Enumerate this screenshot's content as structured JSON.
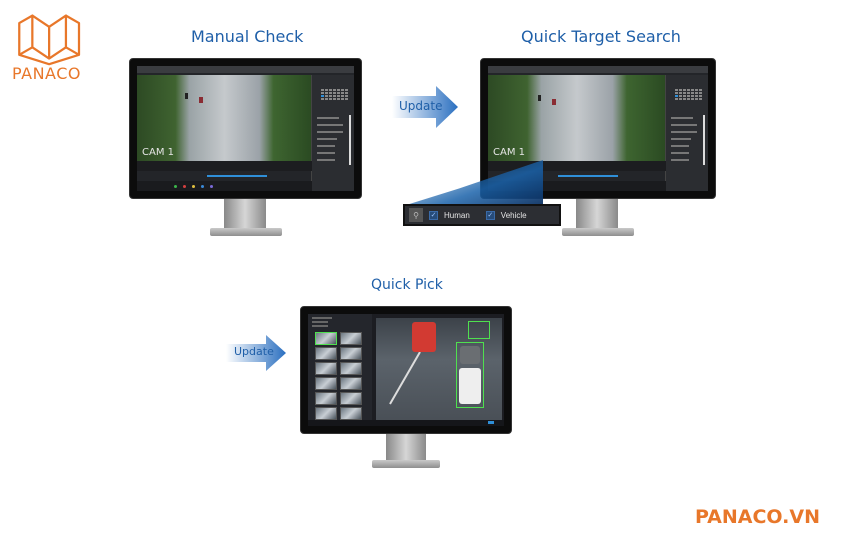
{
  "brand": {
    "logo_text": "PANACO",
    "website": "PANACO.VN",
    "accent_color": "#e8772a"
  },
  "panels": [
    {
      "title": "Manual Check",
      "camera_label": "CAM 1"
    },
    {
      "title": "Quick Target Search",
      "camera_label": "CAM 1",
      "filter_bar": {
        "icon": "filter-icon",
        "options": [
          {
            "label": "Human",
            "checked": true
          },
          {
            "label": "Vehicle",
            "checked": true
          }
        ]
      }
    },
    {
      "title": "Quick Pick"
    }
  ],
  "arrows": [
    {
      "label": "Update"
    },
    {
      "label": "Update"
    }
  ],
  "colors": {
    "title_blue": "#1f5fa8",
    "timeline_blue": "#2f8fd8",
    "detect_green": "#4fe04f"
  }
}
